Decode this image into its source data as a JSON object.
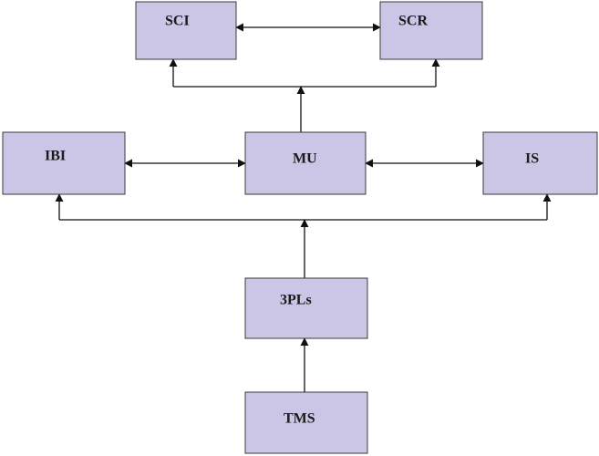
{
  "nodes": {
    "sci": "SCI",
    "scr": "SCR",
    "ibi": "IBI",
    "mu": "MU",
    "is": "IS",
    "tpl": "3PLs",
    "tms": "TMS"
  },
  "colors": {
    "box_fill": "#ccc6e6",
    "box_stroke": "#3a3a3a",
    "connector": "#111111"
  }
}
